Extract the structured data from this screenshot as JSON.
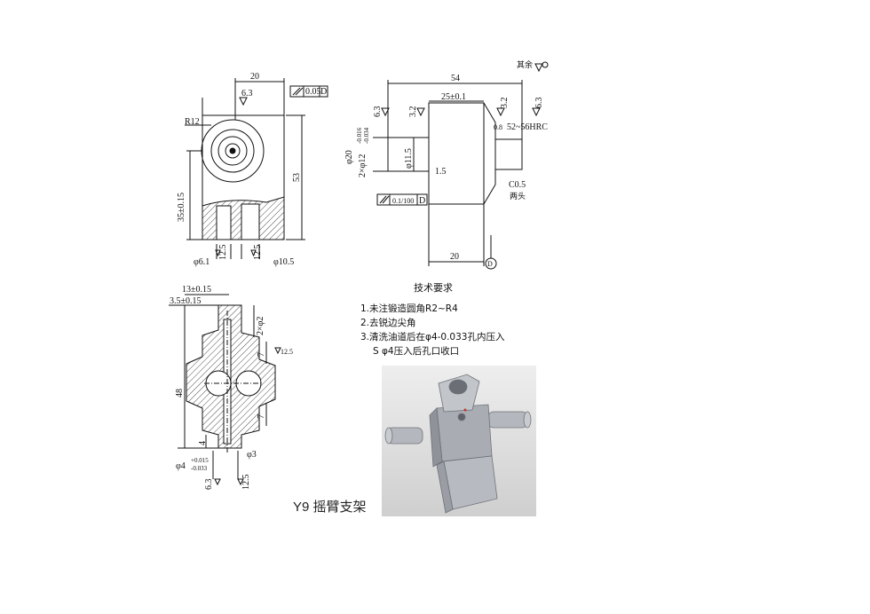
{
  "surface_mark": "其余",
  "views": {
    "front": {
      "dim_width": "20",
      "roughness_top": "6.3",
      "parallel_tol": "0.05",
      "datum": "D",
      "radius": "R12",
      "height_hole": "35±0.15",
      "height_total": "53",
      "rough_left": "12.5",
      "rough_right": "12.5",
      "dia_left": "φ6.1",
      "dia_right": "φ10.5"
    },
    "side": {
      "length": "54",
      "middle": "25±0.1",
      "rough_a": "6.3",
      "rough_b": "3.2",
      "rough_c": "3.2",
      "rough_d": "6.3",
      "hardness": "52~56HRC",
      "small_08": "0.8",
      "dia20": "φ20",
      "shaft_dia": "2×φ12",
      "shaft_tol_top": "-0.016",
      "shaft_tol_bot": "-0.034",
      "bore": "φ11.5",
      "step": "1.5",
      "chamfer": "C0.5",
      "both_ends": "两头",
      "parallel_tol": "0.1/100",
      "datum": "D",
      "bottom_width": "20",
      "datum_bottom": "D"
    },
    "section": {
      "dim_13": "13±0.15",
      "dim_35": "3.5±0.15",
      "dim_2phi2": "2×φ2",
      "dim_48": "48",
      "dim_7a": "7",
      "dim_7b": "7",
      "rough_125": "12.5",
      "dim_4": "4",
      "dia_3": "φ3",
      "dia_4": "φ4",
      "dia_4_tol_top": "+0.015",
      "dia_4_tol_bot": "-0.033",
      "rough_63": "6.3",
      "rough_125b": "12.5"
    }
  },
  "requirements": {
    "title": "技术要求",
    "items": [
      "1.未注锻造圆角R2~R4",
      "2.去锐边尖角",
      "3.清洗油道后在φ4-0.033孔内压入",
      "S φ4压入后孔口收口"
    ]
  },
  "caption": "Y9 摇臂支架",
  "colors": {
    "ink": "#111111",
    "model_bg": "#d9d9d9",
    "part": "#b8bcc2"
  }
}
